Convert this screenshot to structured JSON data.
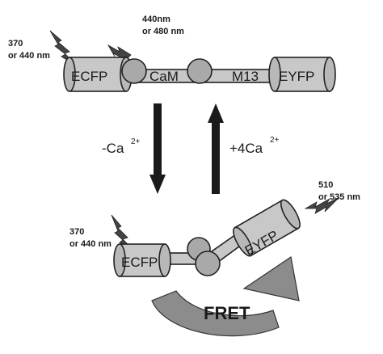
{
  "top": {
    "excitation_left": [
      "370",
      "or 440 nm"
    ],
    "excitation_mid": [
      "440nm",
      "or 480 nm"
    ],
    "donor": "ECFP",
    "cam": "CaM",
    "m13": "M13",
    "acceptor": "EYFP"
  },
  "transition": {
    "down_ion": "-Ca",
    "down_charge": "2+",
    "up_ion": "+4Ca",
    "up_charge": "2+"
  },
  "bottom": {
    "excitation": [
      "370",
      "or 440 nm"
    ],
    "emission": [
      "510",
      "or 535 nm"
    ],
    "donor": "ECFP",
    "acceptor": "EYFP",
    "transfer": "FRET"
  },
  "colors": {
    "protein_fill": "#c8c8c8",
    "ball_fill": "#a9a9a9",
    "arrow": "#1a1a1a",
    "fret_arrow": "#8c8c8c",
    "bolt": "#444444"
  }
}
